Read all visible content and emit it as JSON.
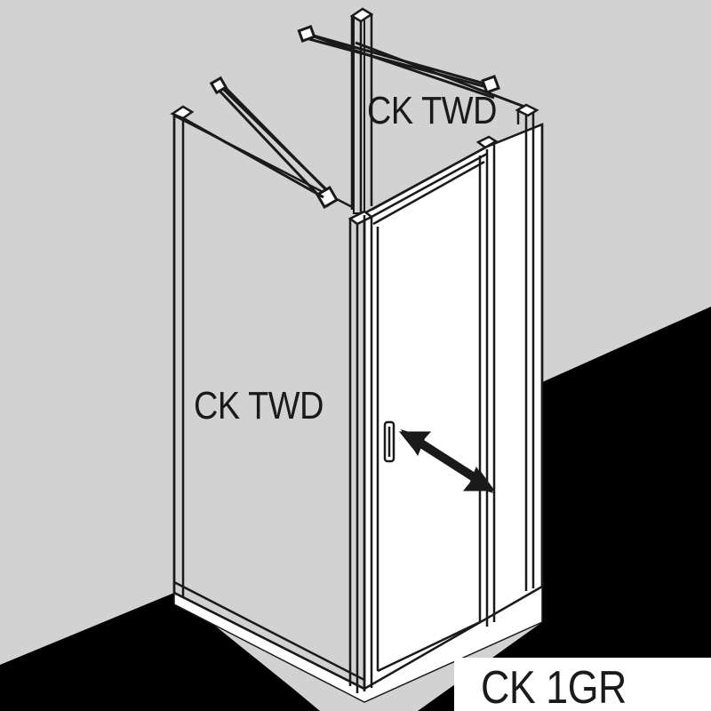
{
  "labels": {
    "back_panel": "CK TWD",
    "side_panel": "CK TWD"
  },
  "model_code": "CK 1GR",
  "colors": {
    "wall": "#d2d2d2",
    "floor": "#000000",
    "glass": "#ffffff",
    "profile": "#1a1a1a"
  },
  "icons": {
    "swing_arrow": "double-headed-arrow",
    "door_handle": "vertical-bar-handle"
  }
}
